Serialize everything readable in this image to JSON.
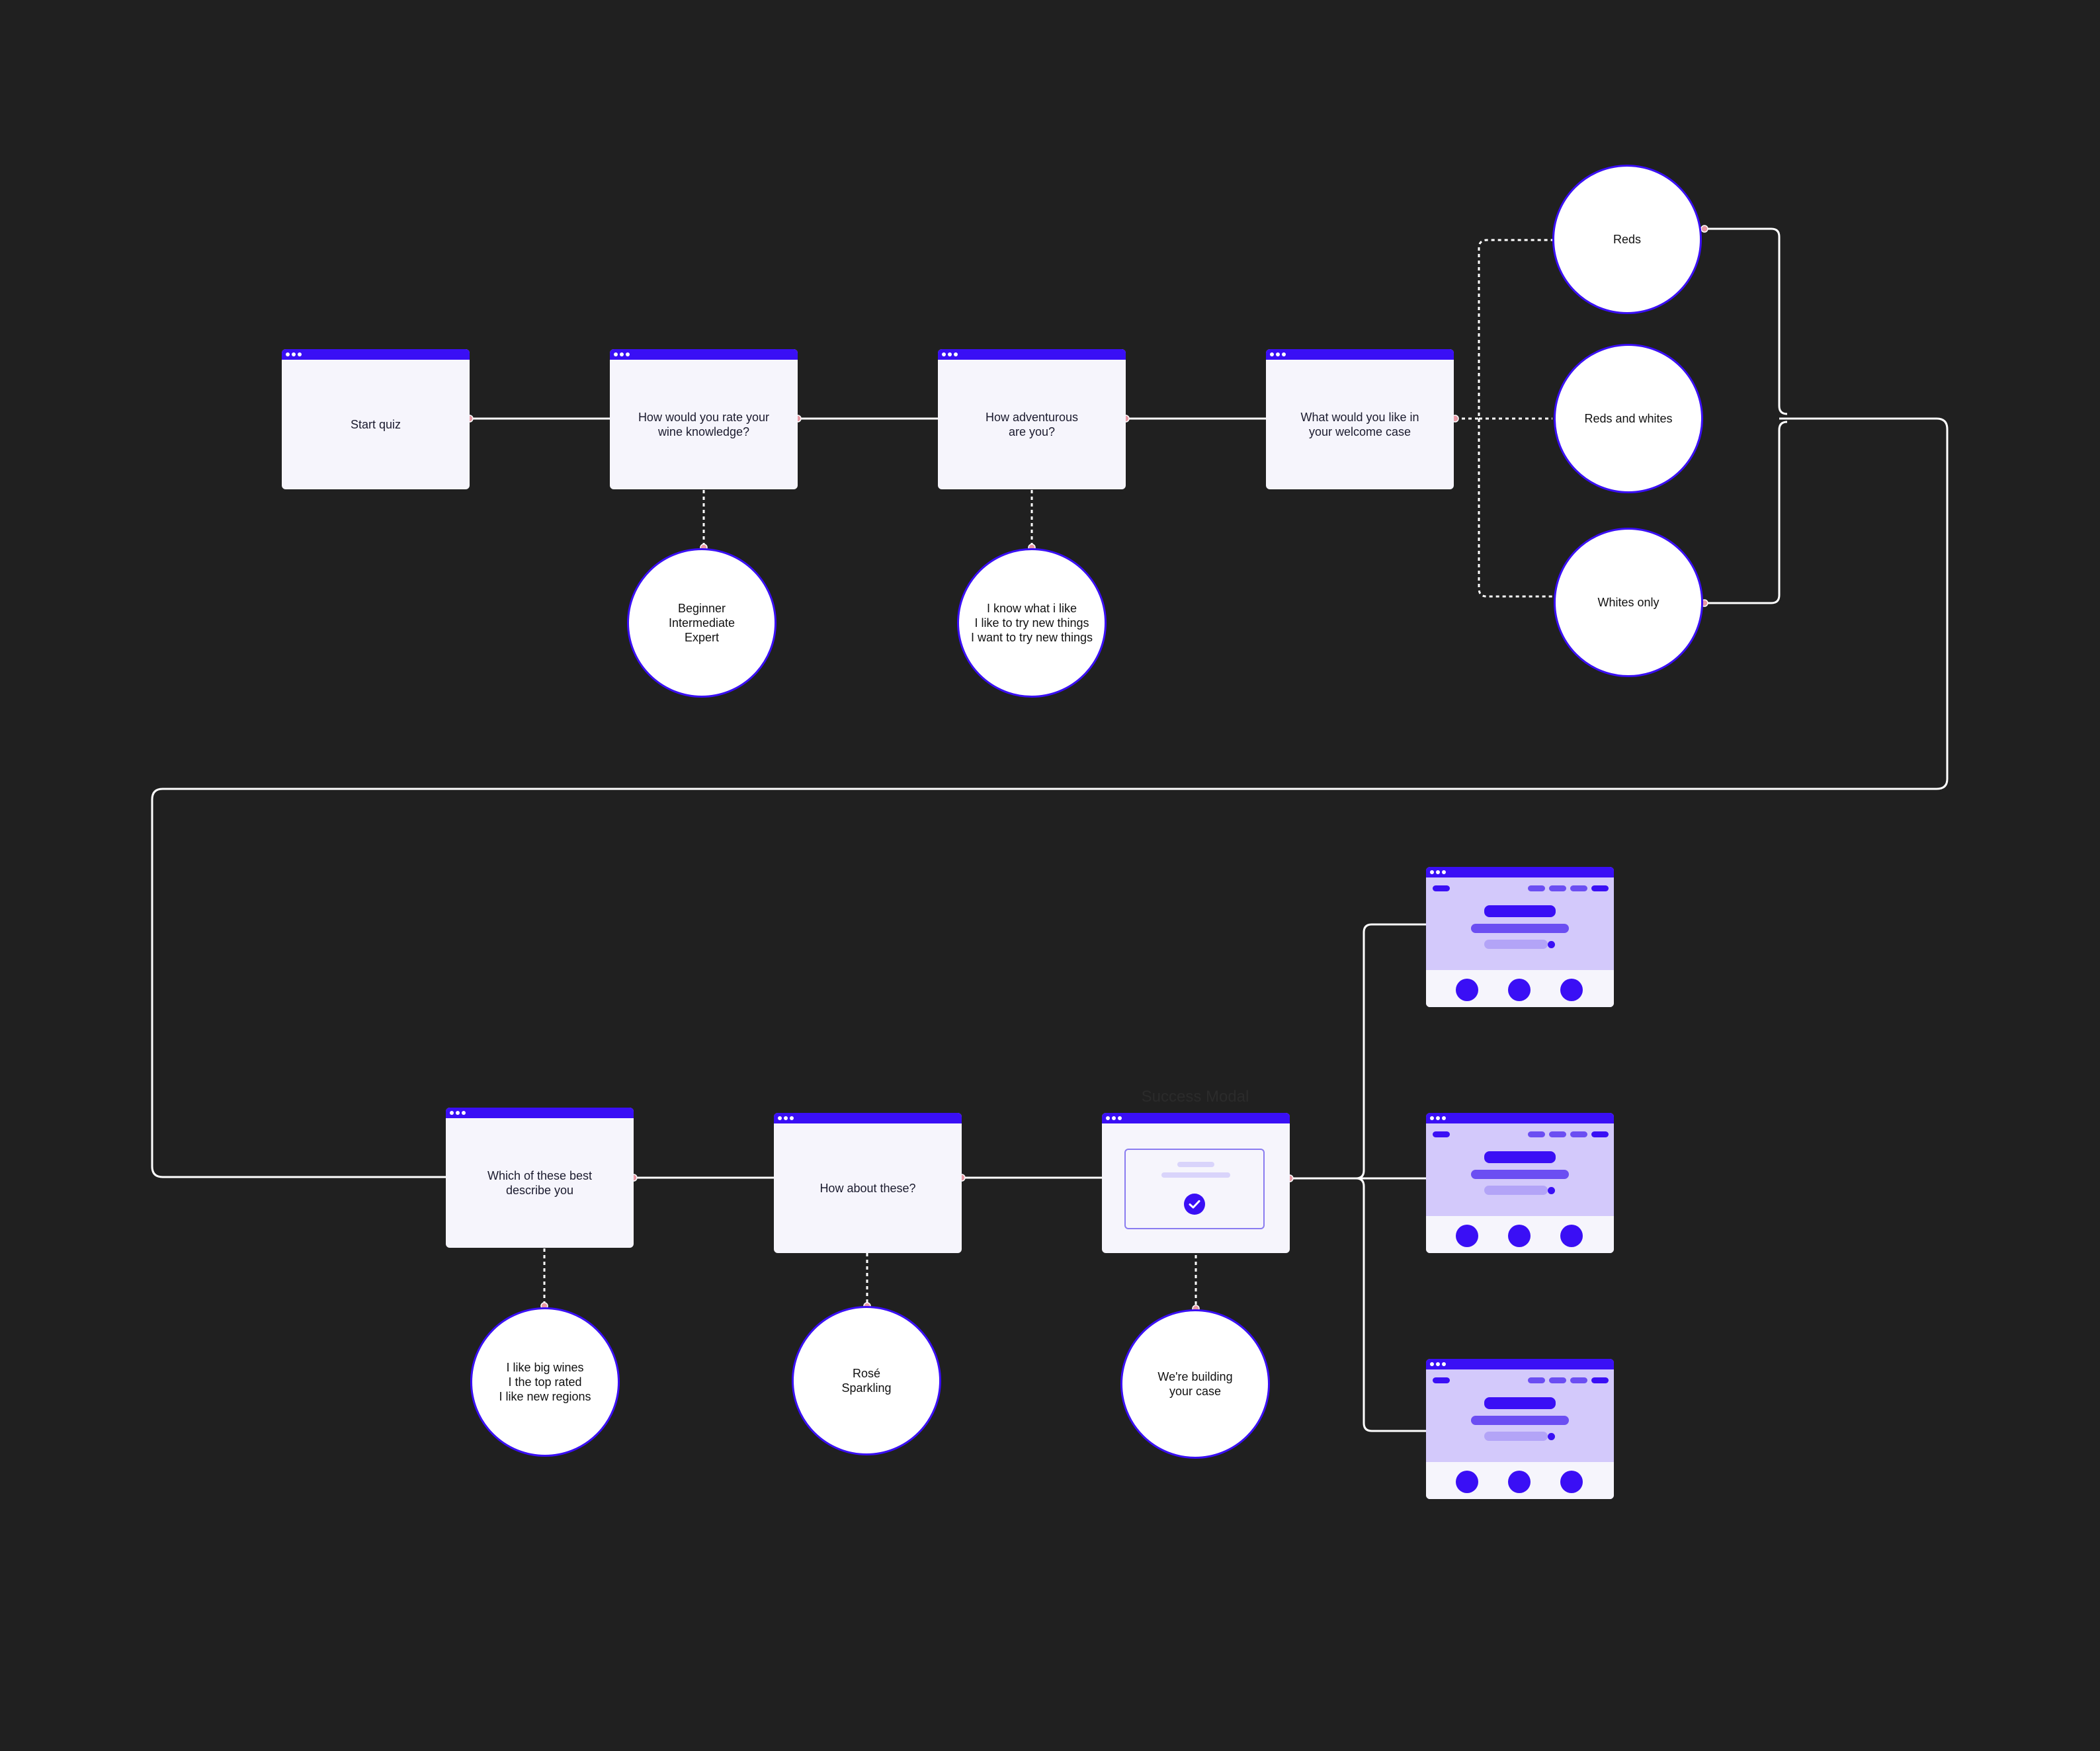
{
  "steps": {
    "start": "Start quiz",
    "knowledge": "How would you rate your\nwine knowledge?",
    "adventurous": "How adventurous\nare you?",
    "welcome_case": "What would you like in\nyour welcome case",
    "describe": "Which of these best\ndescribe you",
    "how_about": "How about these?"
  },
  "answers": {
    "knowledge": "Beginner\nIntermediate\nExpert",
    "adventurous": "I know what i like\nI like to try new things\nI want to try new things",
    "reds": "Reds",
    "reds_whites": "Reds and whites",
    "whites": "Whites only",
    "describe": "I like big wines\nI the top rated\nI like new regions",
    "how_about": "Rosé\nSparkling",
    "building": "We're building\nyour case"
  },
  "success_modal_label": "Success Modal",
  "colors": {
    "background": "#202020",
    "accent": "#3a0ff5",
    "card": "#f6f5fc",
    "result_card": "#d3c9fb",
    "connector": "#ffffff",
    "port": "#e89aa5"
  },
  "icons": {
    "window_controls": "three-dots",
    "success": "check-circle-icon"
  }
}
